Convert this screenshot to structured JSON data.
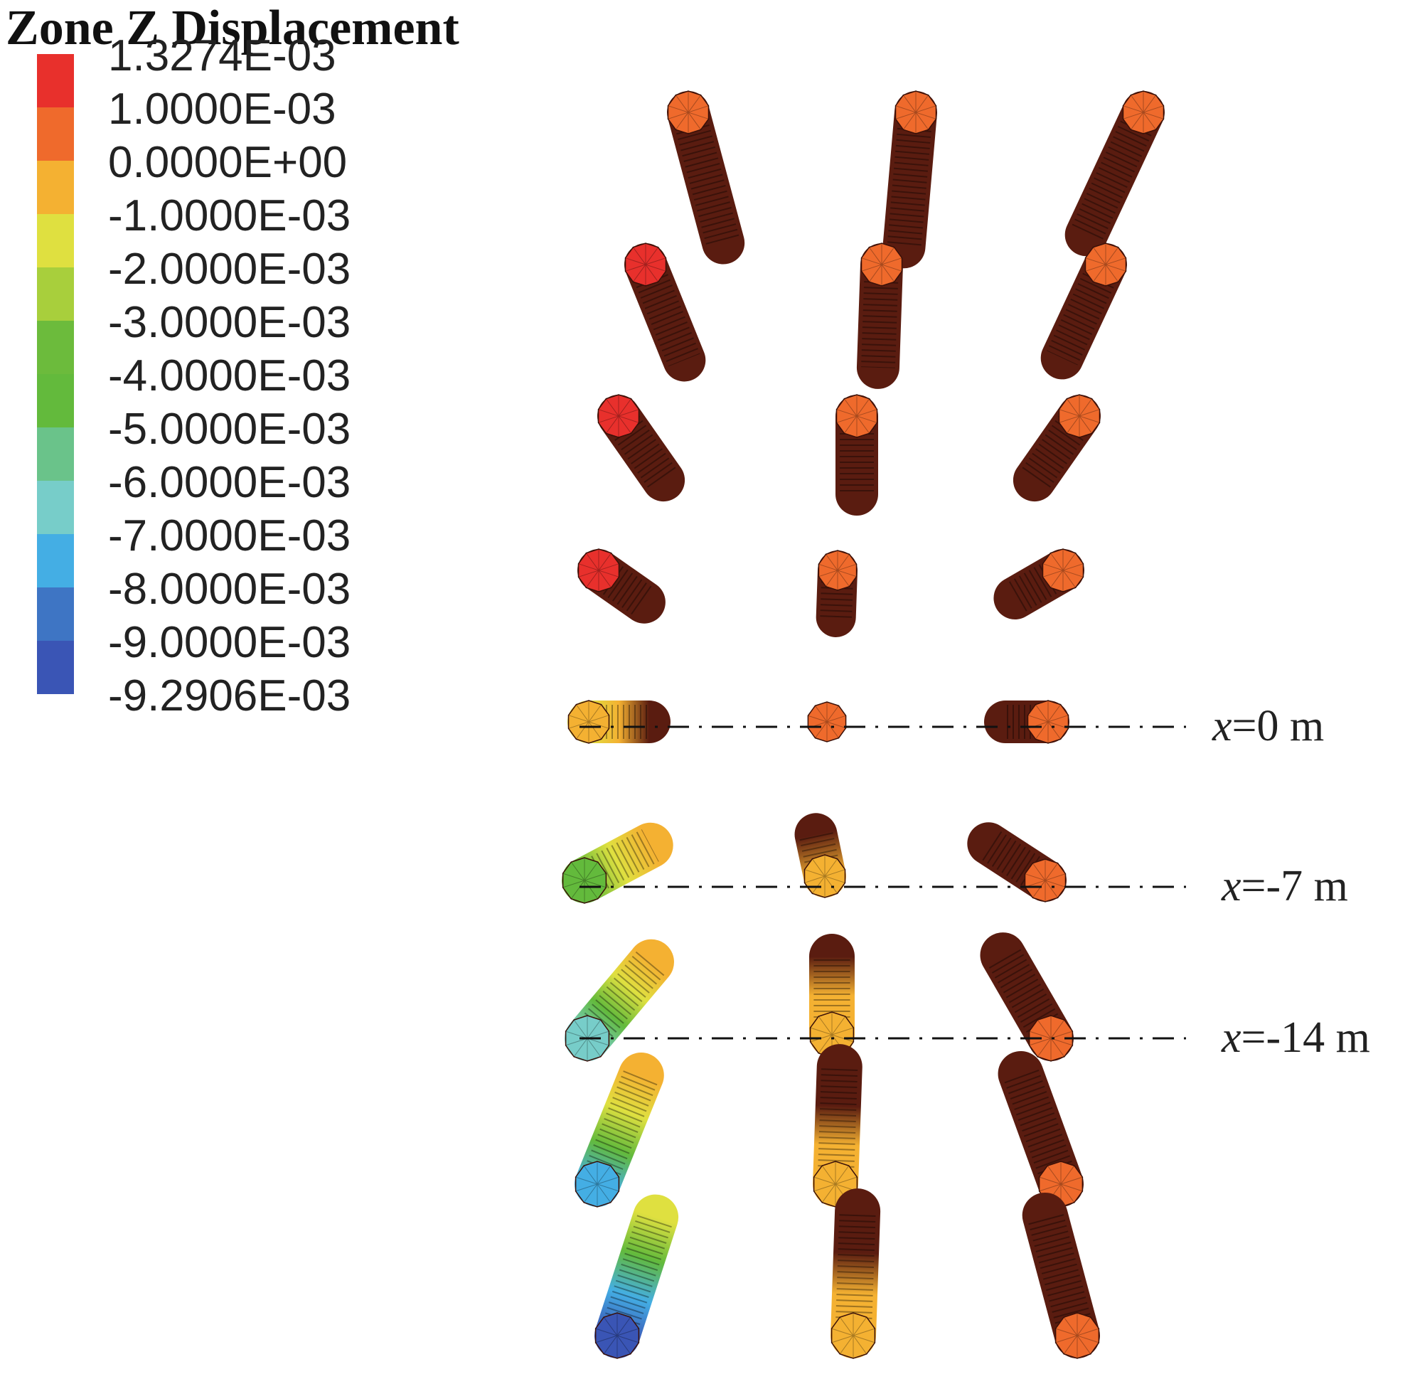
{
  "title": "Zone Z Displacement",
  "legend": [
    {
      "label": "1.3274E-03",
      "color": "#e8302c"
    },
    {
      "label": "1.0000E-03",
      "color": "#ef6a2c"
    },
    {
      "label": "0.0000E+00",
      "color": "#f4b132"
    },
    {
      "label": "-1.0000E-03",
      "color": "#dfe040"
    },
    {
      "label": "-2.0000E-03",
      "color": "#a8cf3c"
    },
    {
      "label": "-3.0000E-03",
      "color": "#6cbb3c"
    },
    {
      "label": "-4.0000E-03",
      "color": "#63ba3c"
    },
    {
      "label": "-5.0000E-03",
      "color": "#6ac38a"
    },
    {
      "label": "-6.0000E-03",
      "color": "#77cdc9"
    },
    {
      "label": "-7.0000E-03",
      "color": "#44aee4"
    },
    {
      "label": "-8.0000E-03",
      "color": "#3e75c4"
    },
    {
      "label": "-9.0000E-03",
      "color": "#3a55b5"
    },
    {
      "label": "-9.2906E-03",
      "color": ""
    }
  ],
  "reference_lines": [
    {
      "var": "x",
      "text": "=0 m"
    },
    {
      "var": "x",
      "text": "=-7 m"
    },
    {
      "var": "x",
      "text": "=-14 m"
    }
  ]
}
